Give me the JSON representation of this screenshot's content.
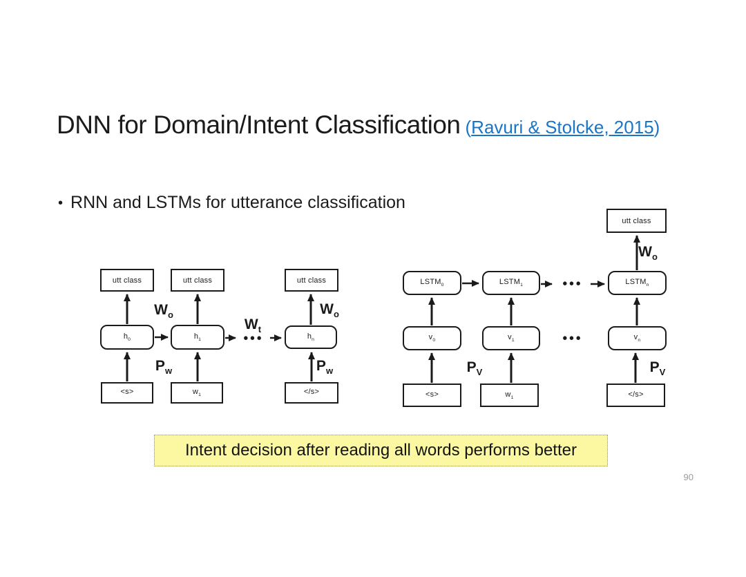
{
  "slide": {
    "title": "DNN for Domain/Intent Classification",
    "cite_open": "(",
    "cite_link": "Ravuri & Stolcke, 2015",
    "cite_close": ")",
    "bullet_marker": "•",
    "bullet": "RNN and LSTMs for utterance classification",
    "callout": "Intent decision after reading all words performs better",
    "page_number": "90"
  },
  "colors": {
    "link_blue": "#1B74C5",
    "callout_bg": "#FBF8A1",
    "diagram_ink": "#1A1A1A"
  },
  "rnn": {
    "utt_boxes": [
      "utt class",
      "utt class",
      "utt class"
    ],
    "hidden_boxes": [
      {
        "base": "h",
        "sub": "0"
      },
      {
        "base": "h",
        "sub": "1"
      },
      {
        "base": "h",
        "sub": "n"
      }
    ],
    "input_boxes": [
      {
        "base": "<s>",
        "sub": ""
      },
      {
        "base": "w",
        "sub": "1"
      },
      {
        "base": "</s>",
        "sub": ""
      }
    ],
    "labels": {
      "wo_left": {
        "base": "W",
        "sub": "o"
      },
      "wo_right": {
        "base": "W",
        "sub": "o"
      },
      "wt": {
        "base": "W",
        "sub": "t"
      },
      "pw_left": {
        "base": "P",
        "sub": "w"
      },
      "pw_right": {
        "base": "P",
        "sub": "w"
      }
    },
    "dots": "•••"
  },
  "lstm": {
    "utt_box": "utt class",
    "cell_boxes": [
      {
        "base": "LSTM",
        "sub": "0"
      },
      {
        "base": "LSTM",
        "sub": "1"
      },
      {
        "base": "LSTM",
        "sub": "n"
      }
    ],
    "vector_boxes": [
      {
        "base": "v",
        "sub": "0"
      },
      {
        "base": "v",
        "sub": "1"
      },
      {
        "base": "v",
        "sub": "n"
      }
    ],
    "input_boxes": [
      {
        "base": "<s>",
        "sub": ""
      },
      {
        "base": "w",
        "sub": "1"
      },
      {
        "base": "</s>",
        "sub": ""
      }
    ],
    "labels": {
      "wo": {
        "base": "W",
        "sub": "o"
      },
      "pv_left": {
        "base": "P",
        "sub": "V"
      },
      "pv_right": {
        "base": "P",
        "sub": "V"
      }
    },
    "dots_top": "•••",
    "dots_bottom": "•••"
  }
}
